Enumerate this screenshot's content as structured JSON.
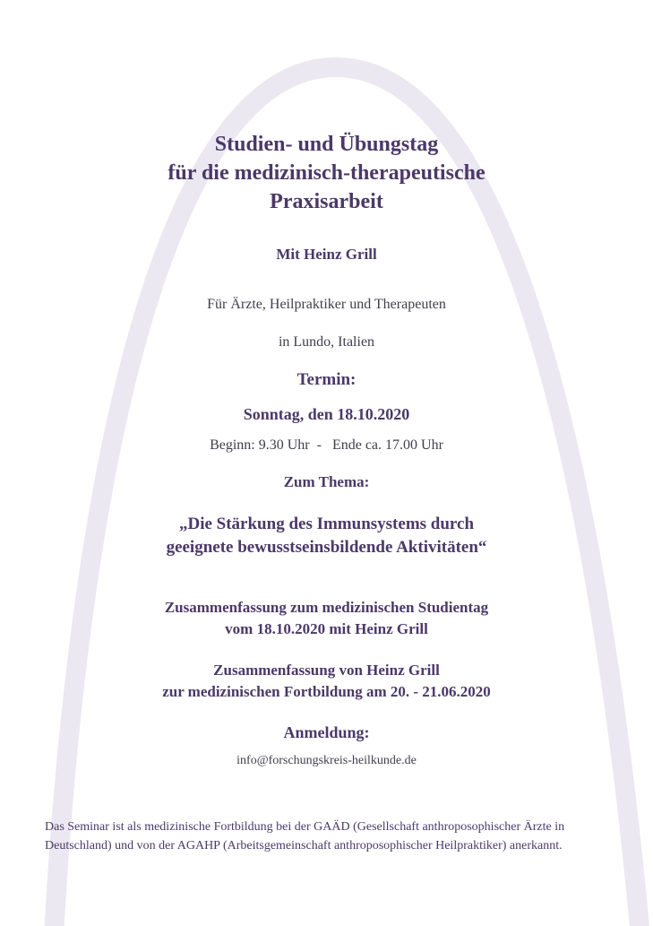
{
  "title_lines": [
    "Studien- und Übungstag",
    "für die medizinisch-therapeutische",
    "Praxisarbeit"
  ],
  "with_speaker": "Mit Heinz Grill",
  "audience": "Für Ärzte, Heilpraktiker und Therapeuten",
  "location": "in Lundo, Italien",
  "termin_label": "Termin:",
  "date": "Sonntag, den 18.10.2020",
  "times": "Beginn: 9.30 Uhr  -   Ende ca. 17.00 Uhr",
  "theme_label": "Zum Thema:",
  "theme_lines": [
    "„Die Stärkung des Immunsystems durch",
    "geeignete bewusstseinsbildende Aktivitäten“"
  ],
  "summary1_lines": [
    "Zusammenfassung zum medizinischen Studientag",
    "vom 18.10.2020 mit Heinz Grill"
  ],
  "summary2_lines": [
    "Zusammenfassung von Heinz Grill",
    "zur medizinischen Fortbildung am 20. - 21.06.2020"
  ],
  "registration_label": "Anmeldung:",
  "email": "info@forschungskreis-heilkunde.de",
  "footer_lines": [
    "Das Seminar ist als medizinische Fortbildung bei der GAÄD (Gesellschaft anthroposophischer Ärzte in",
    "Deutschland) und von der AGAHP (Arbeitsgemeinschaft anthroposophischer Heilpraktiker) anerkannt."
  ],
  "colors": {
    "heading": "#4b3868",
    "body_text": "#3e3e4e",
    "arch": "#ebe8f2"
  }
}
